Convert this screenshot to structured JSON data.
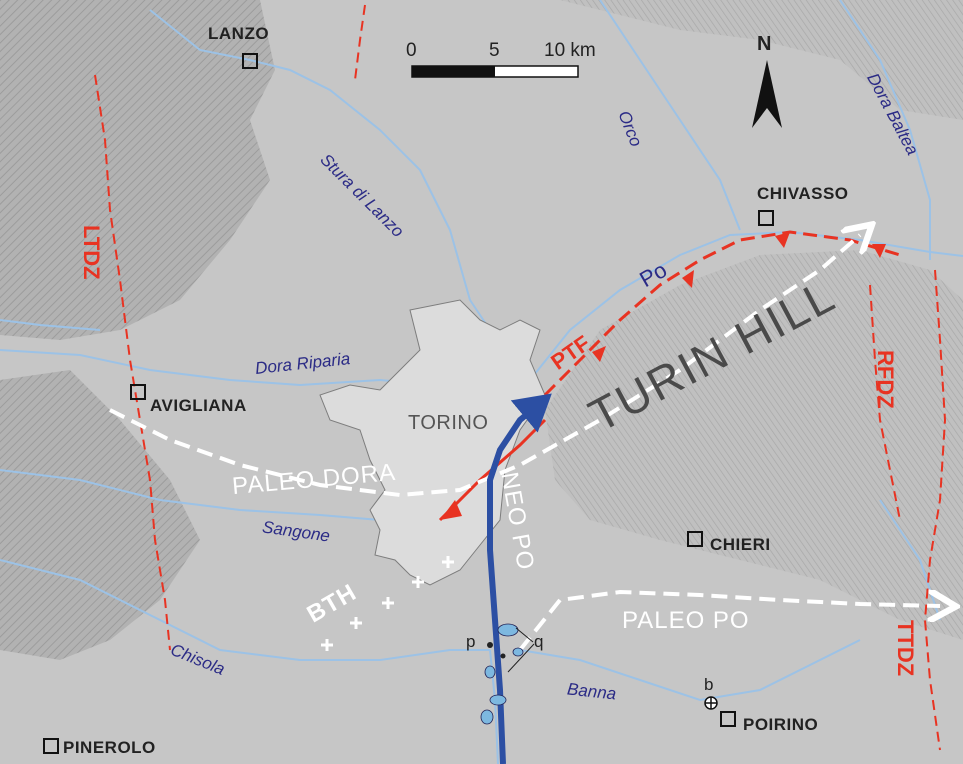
{
  "towns": [
    {
      "name": "Lanzo"
    },
    {
      "name": "Chivasso"
    },
    {
      "name": "Avigliana"
    },
    {
      "name": "Torino"
    },
    {
      "name": "Chieri"
    },
    {
      "name": "Poirino"
    },
    {
      "name": "Pinerolo"
    }
  ],
  "rivers": [
    "Stura di Lanzo",
    "Orco",
    "Dora Baltea",
    "Dora Riparia",
    "Sangone",
    "Chisola",
    "Banna",
    "Po"
  ],
  "fault_zones": [
    "LTDZ",
    "RFDZ",
    "TTDZ",
    "PTF"
  ],
  "features": {
    "turin_hill": "Turin Hill",
    "paleo_dora": "PALEO DORA",
    "paleo_po": "PALEO PO",
    "neo_po": "NEO PO",
    "bth": "BTH"
  },
  "points": [
    "p",
    "q",
    "b"
  ],
  "scale_bar": {
    "ticks": [
      "0",
      "5",
      "10 km"
    ]
  },
  "north_label": "N",
  "colors": {
    "terrain": "#b9b9b9",
    "plain": "#c6c6c6",
    "river": "#9cc2e6",
    "fault": "#e83322",
    "neo_po_arrow": "#2c4fa3",
    "paleo_arrow": "#ffffff",
    "city": "#dcdcdc"
  }
}
